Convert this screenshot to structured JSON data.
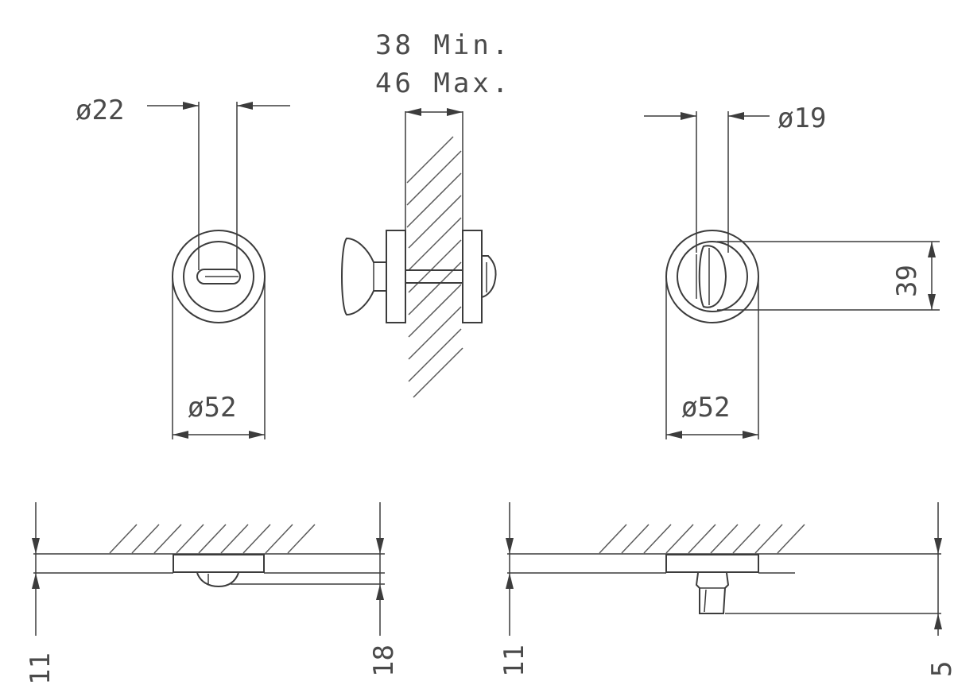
{
  "dimensions": {
    "door_thickness_min": "38 Min.",
    "door_thickness_max": "46 Max.",
    "spindle_diameter_left": "ø22",
    "indicator_diameter_right": "ø19",
    "rose_diameter_left": "ø52",
    "rose_diameter_right": "ø52",
    "indicator_height_right": "39",
    "rose_depth_left_bottom": "11",
    "knob_projection_left_bottom": "18",
    "rose_depth_right_bottom": "11",
    "indicator_projection_right_bottom": "5"
  },
  "colors": {
    "line": "#3c3c3c",
    "text": "#4a4a4a",
    "background": "#ffffff"
  }
}
